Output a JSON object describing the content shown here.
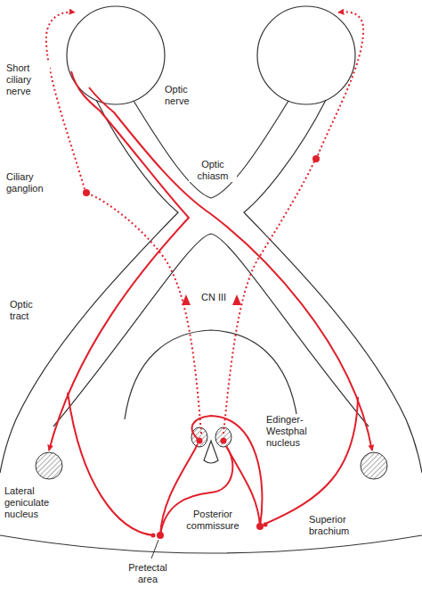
{
  "diagram": {
    "labels": [
      "Short ciliary nerve",
      "Ciliary ganglion",
      "Optic nerve",
      "Optic chiasm",
      "Optic tract",
      "CN III",
      "Edinger-Westphal nucleus",
      "Lateral geniculate nucleus",
      "Posterior commissure",
      "Superior brachium",
      "Pretectal area"
    ]
  }
}
